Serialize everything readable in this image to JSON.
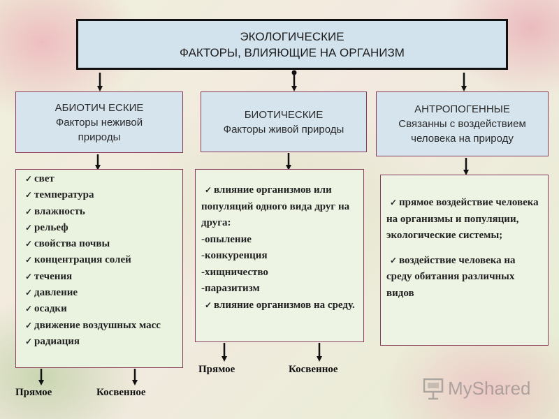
{
  "header": {
    "line1": "ЭКОЛОГИЧЕСКИЕ",
    "line2": "ФАКТОРЫ, ВЛИЯЮЩИЕ НА ОРГАНИЗМ"
  },
  "categories": [
    {
      "title": "АБИОТИЧ ЕСКИЕ",
      "line2": "Факторы неживой",
      "line3": "природы"
    },
    {
      "title": "БИОТИЧЕСКИЕ",
      "line2": "Факторы живой природы",
      "line3": ""
    },
    {
      "title": "АНТРОПОГЕННЫЕ",
      "line2": "Связанны с воздействием",
      "line3": "человека на природу"
    }
  ],
  "abiotic_items": [
    "свет",
    "температура",
    "влажность",
    "рельеф",
    "свойства почвы",
    "концентрация солей",
    "течения",
    "давление",
    "осадки",
    "движение воздушных масс",
    "радиация"
  ],
  "biotic_items": [
    {
      "check": true,
      "text": "влияние организмов или популяций одного вида друг на друга:"
    },
    {
      "check": false,
      "text": "-опыление"
    },
    {
      "check": false,
      "text": "-конкуренция"
    },
    {
      "check": false,
      "text": "-хищничество"
    },
    {
      "check": false,
      "text": "-паразитизм"
    },
    {
      "check": true,
      "text": "влияние организмов на среду."
    }
  ],
  "anthropogenic_items": [
    "прямое воздействие человека на организмы и популяции, экологические системы;",
    "воздействие человека на среду обитания различных видов"
  ],
  "captions": {
    "abiotic_direct": "Прямое",
    "abiotic_indirect": "Косвенное",
    "biotic_direct": "Прямое",
    "biotic_indirect": "Косвенное"
  },
  "watermark": {
    "text": "MyShared",
    "icon": "presentation-board-icon"
  },
  "colors": {
    "header_bg": "#d3e3ee",
    "category_bg": "#d6e4ee",
    "list_bg": "#eaf3df",
    "border": "#8a3a5a"
  }
}
